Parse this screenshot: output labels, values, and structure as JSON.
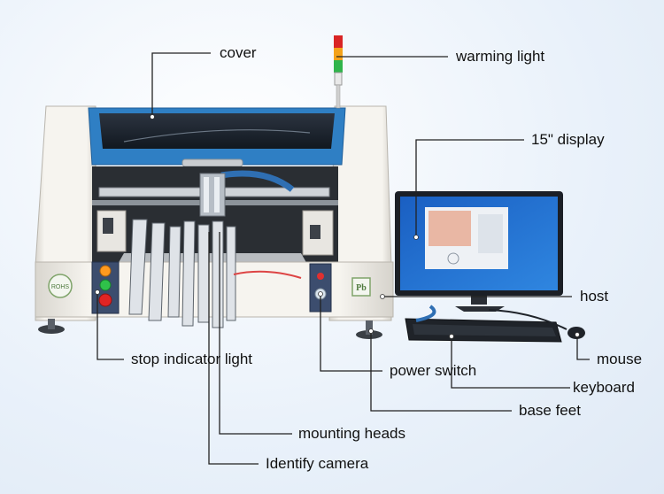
{
  "labels": {
    "cover": "cover",
    "warming_light": "warming light",
    "display": "15\" display",
    "host": "host",
    "stop_indicator_light": "stop indicator light",
    "mouse": "mouse",
    "power_switch": "power switch",
    "keyboard": "keyboard",
    "base_feet": "base feet",
    "mounting_heads": "mounting heads",
    "identify_camera": "Identify camera"
  },
  "machine_badges": {
    "rohs": "ROHS",
    "lead_free": "Pb"
  },
  "colors": {
    "machine_body": "#f2f0ea",
    "cover_blue": "#2f7fc4",
    "screen_blue": "#1f6fd0",
    "leader_line": "#222222"
  }
}
